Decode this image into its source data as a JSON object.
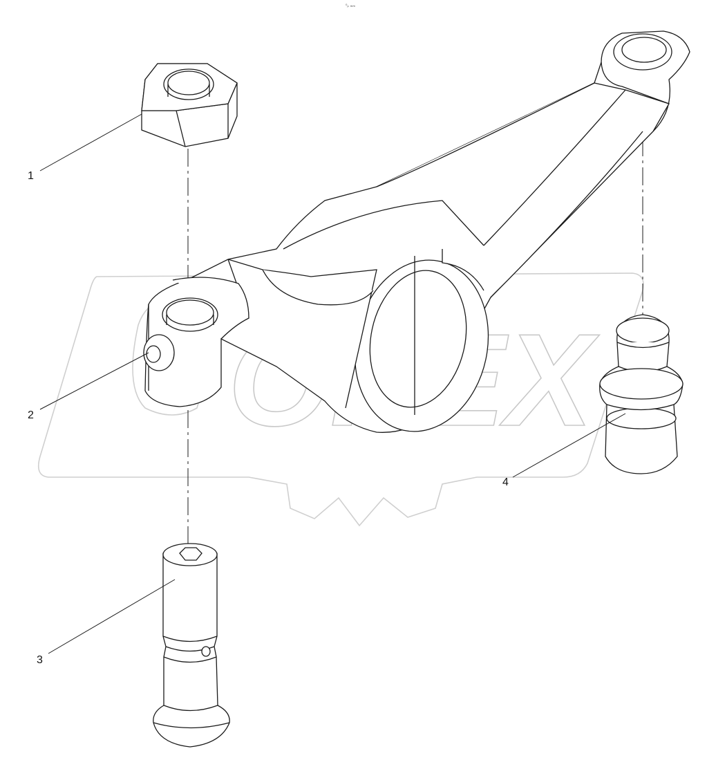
{
  "diagram": {
    "header_mark": "⁰ₚ ₘₘ",
    "callouts": [
      {
        "id": "1",
        "label": "1",
        "part": "nut"
      },
      {
        "id": "2",
        "label": "2",
        "part": "ball-socket-insert"
      },
      {
        "id": "3",
        "label": "3",
        "part": "adjusting-screw"
      },
      {
        "id": "4",
        "label": "4",
        "part": "ball-pin"
      }
    ],
    "watermark": {
      "text": "OPEX",
      "color": "#c8c8c8"
    },
    "line_color": "#1a1a1a"
  }
}
